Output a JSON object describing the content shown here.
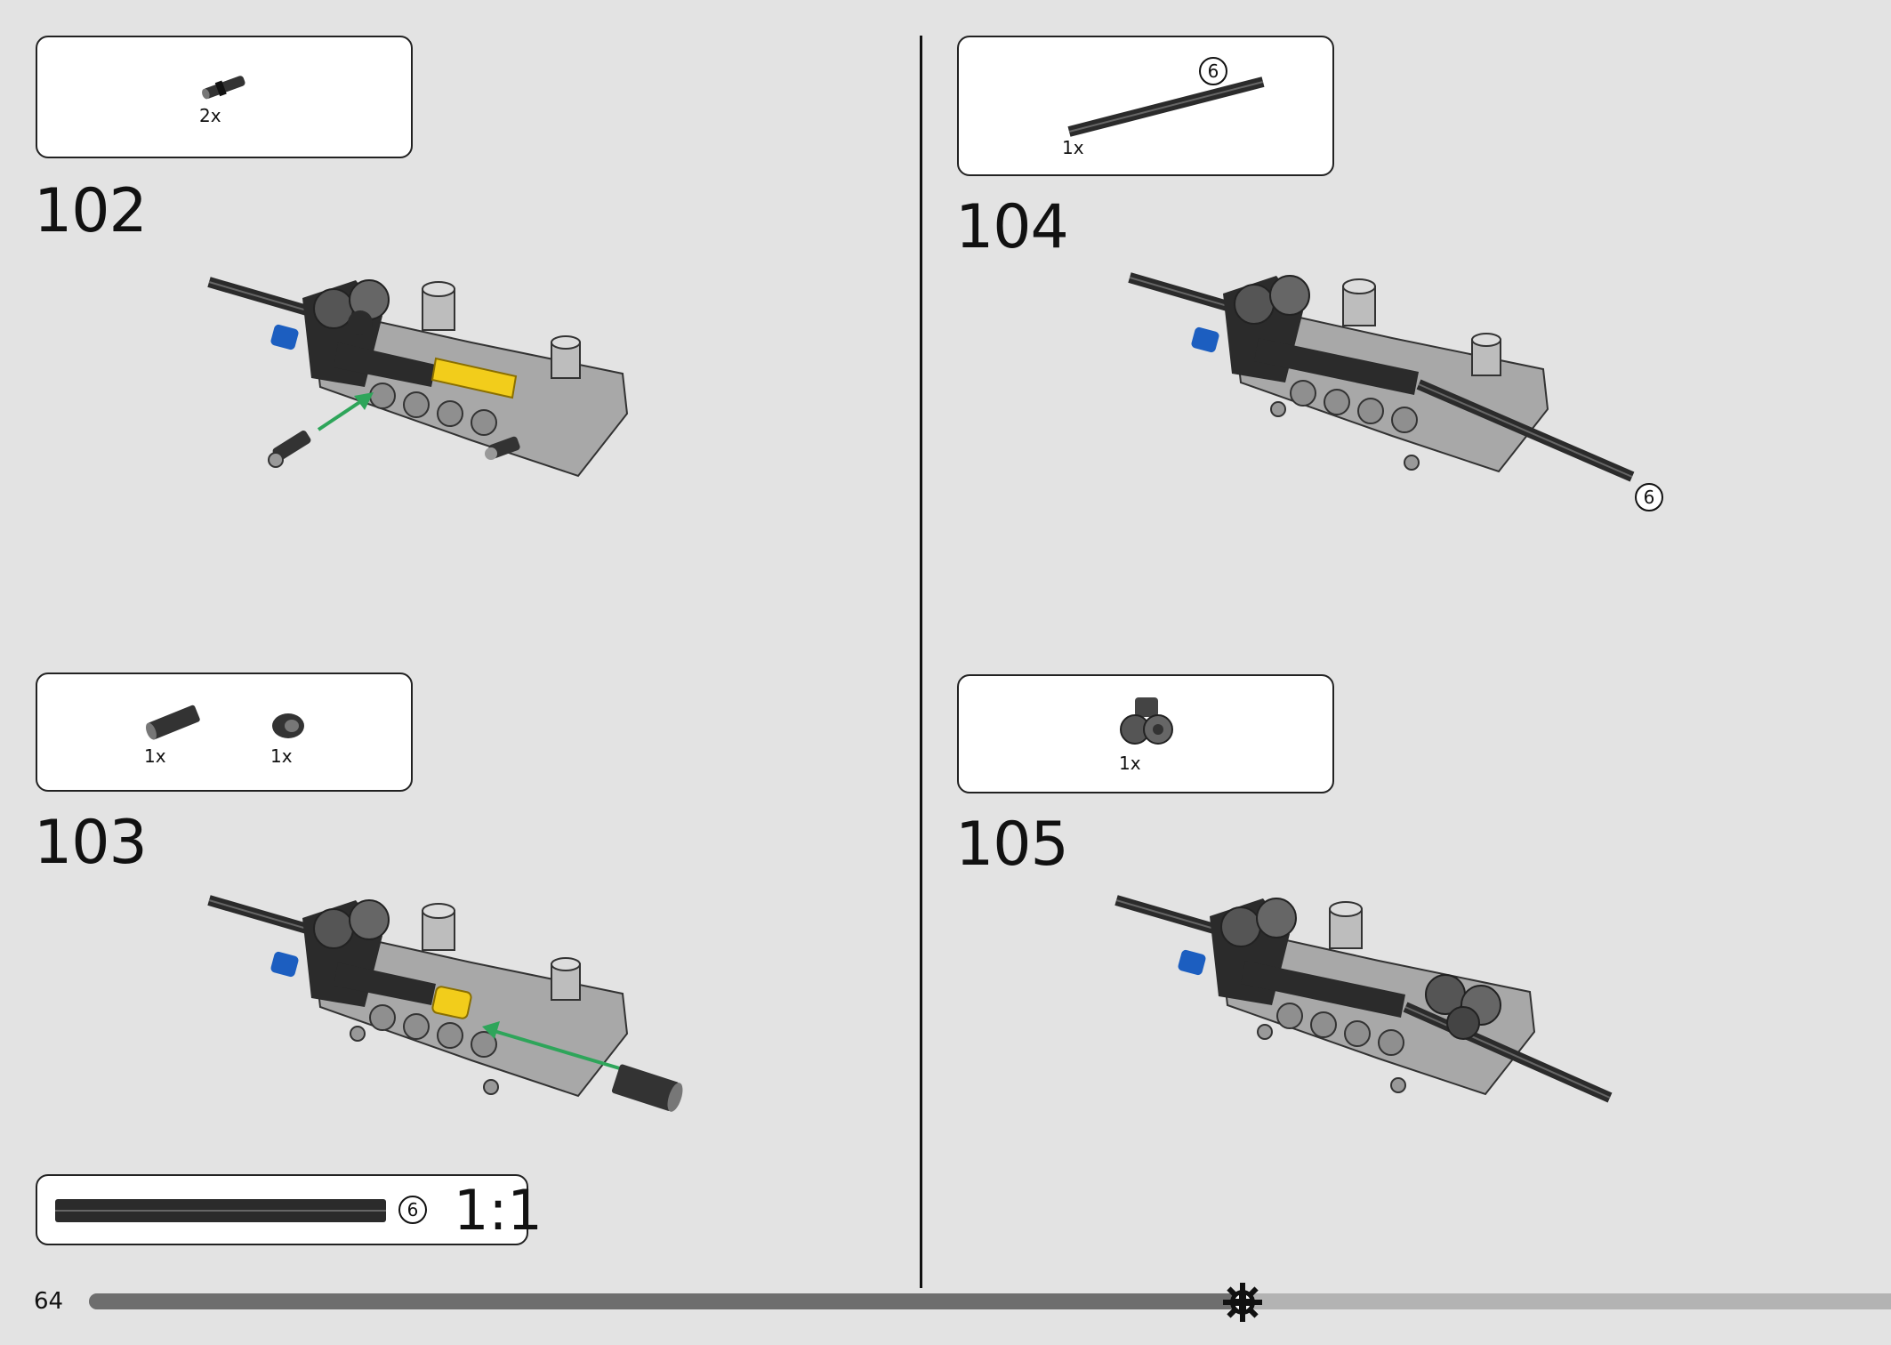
{
  "page": {
    "number": "64",
    "progress_fraction": 0.64
  },
  "steps": [
    {
      "number": "102",
      "parts": [
        {
          "qty": "2x",
          "icon": "axle-pin-icon"
        }
      ]
    },
    {
      "number": "103",
      "parts": [
        {
          "qty": "1x",
          "icon": "axle-connector-icon"
        },
        {
          "qty": "1x",
          "icon": "bushing-icon"
        }
      ]
    },
    {
      "number": "104",
      "parts": [
        {
          "qty": "1x",
          "icon": "axle-6-icon",
          "callout": "6"
        }
      ],
      "model_callout": "6"
    },
    {
      "number": "105",
      "parts": [
        {
          "qty": "1x",
          "icon": "double-pin-connector-icon"
        }
      ]
    }
  ],
  "scale_guide": {
    "callout": "6",
    "label": "1:1"
  },
  "colors": {
    "background": "#e3e3e3",
    "accent_yellow": "#f2cd1b",
    "accent_blue": "#1c5ec0",
    "arrow_green": "#2ea55a",
    "beam_gray": "#a8a8a8",
    "dark": "#2b2b2b"
  }
}
